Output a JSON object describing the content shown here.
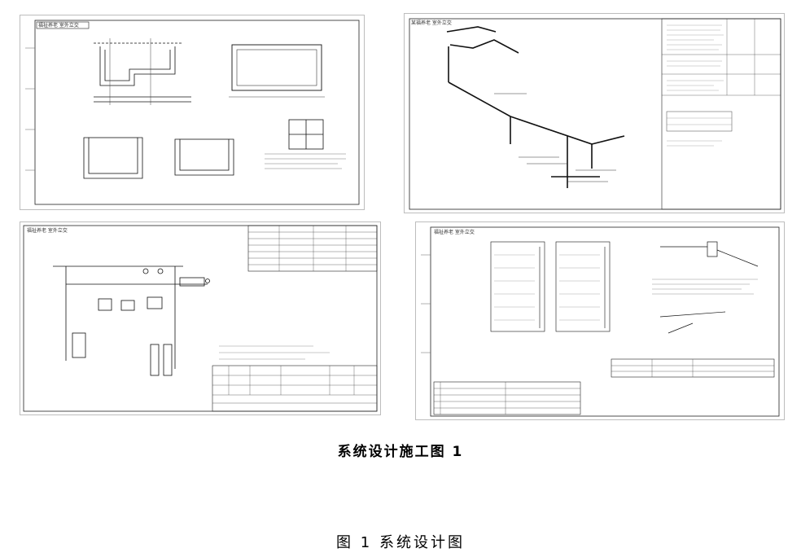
{
  "drawings": [
    {
      "title": "福祉养老 室外立交"
    },
    {
      "title": "某福养老 室外立交"
    },
    {
      "title": "福祉养老 室外立交"
    },
    {
      "title": "福祉养老 室外立交"
    }
  ],
  "subtitle": "系统设计施工图 1",
  "figure_caption": "图 1 系统设计图"
}
